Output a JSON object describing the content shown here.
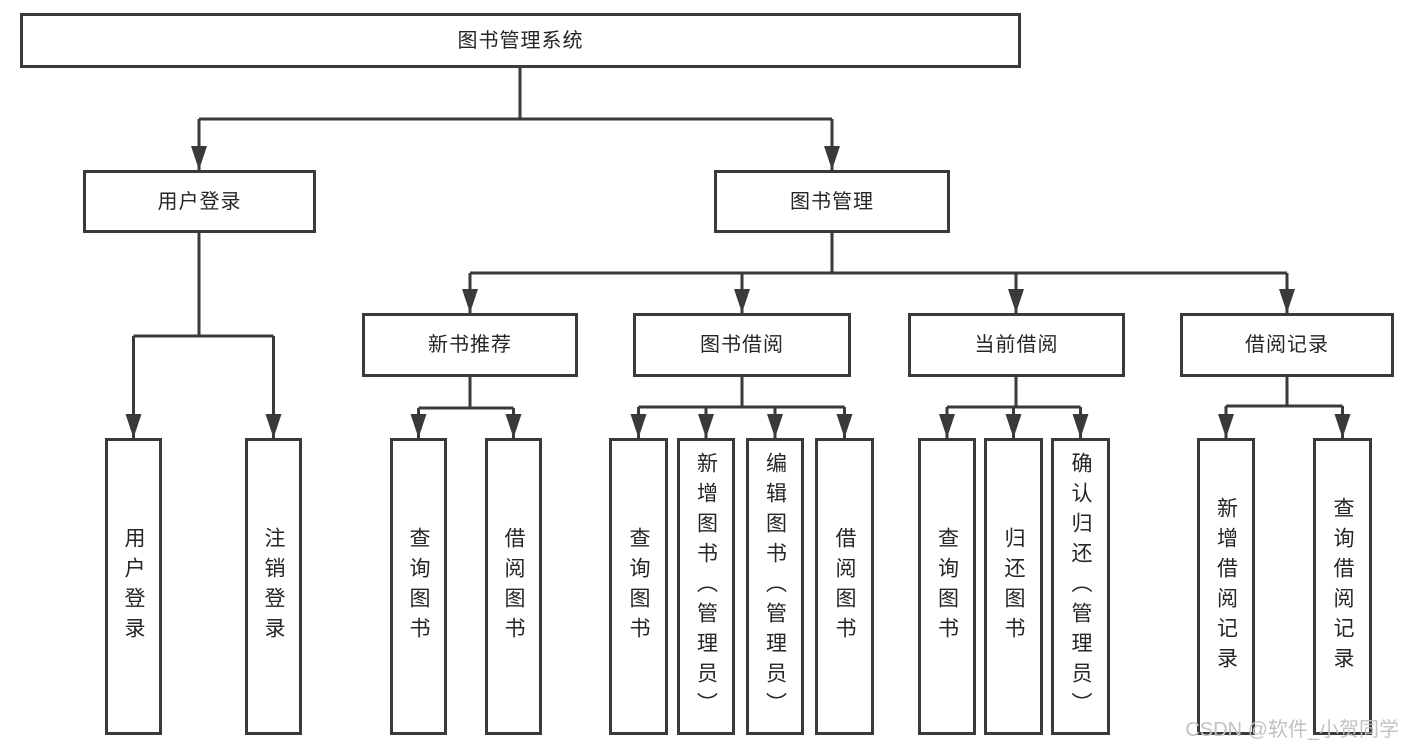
{
  "nodes": {
    "root": {
      "label": "图书管理系统"
    },
    "level2": [
      {
        "label": "用户登录"
      },
      {
        "label": "图书管理"
      }
    ],
    "level3": [
      {
        "label": "新书推荐"
      },
      {
        "label": "图书借阅"
      },
      {
        "label": "当前借阅"
      },
      {
        "label": "借阅记录"
      }
    ],
    "leaves": {
      "userLogin": [
        "用户登录",
        "注销登录"
      ],
      "newBookRecommend": [
        "查询图书",
        "借阅图书"
      ],
      "bookBorrowing": [
        "查询图书",
        "新增图书（管理员）",
        "编辑图书（管理员）",
        "借阅图书"
      ],
      "currentBorrowing": [
        "查询图书",
        "归还图书",
        "确认归还（管理员）"
      ],
      "borrowingRecords": [
        "新增借阅记录",
        "查询借阅记录"
      ]
    }
  },
  "watermark": "CSDN @软件_小贺同学",
  "colors": {
    "line": "#3a3a3a",
    "text": "#262626",
    "background": "#ffffff",
    "watermark": "#c2c2c2"
  }
}
